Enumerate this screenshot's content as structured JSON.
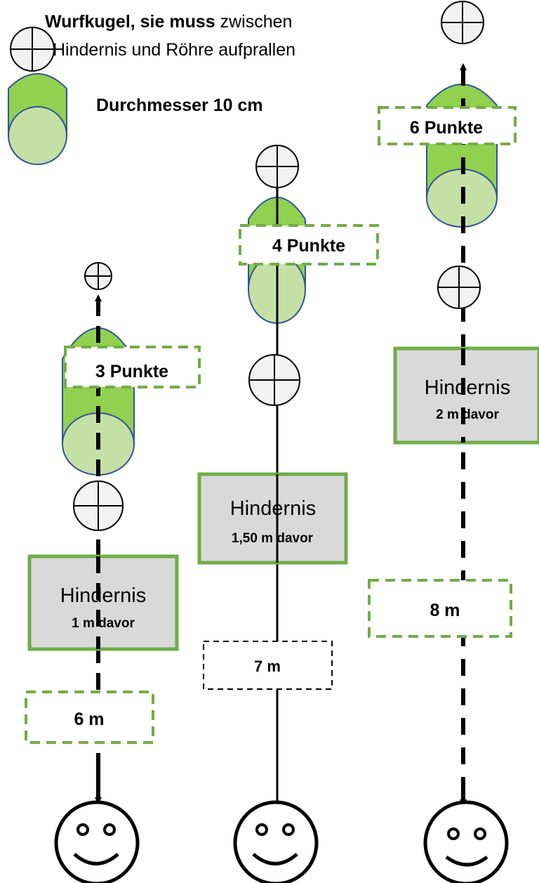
{
  "legend": {
    "ball_text_bold": "Wurfkugel, sie muss",
    "ball_text_normal": "zwischen",
    "ball_text_line2": "Hindernis und Röhre  aufprallen",
    "tube_text": "Durchmesser 10 cm"
  },
  "stations": [
    {
      "points_label": "3 Punkte",
      "obstacle_label": "Hindernis",
      "obstacle_distance": "1 m davor",
      "throw_distance": "6 m"
    },
    {
      "points_label": "4 Punkte",
      "obstacle_label": "Hindernis",
      "obstacle_distance": "1,50 m  davor",
      "throw_distance": "7 m"
    },
    {
      "points_label": "6 Punkte",
      "obstacle_label": "Hindernis",
      "obstacle_distance": "2  m davor",
      "throw_distance": "8 m"
    }
  ],
  "colors": {
    "tube_body": "#92d050",
    "tube_top": "#c5e0a5",
    "tube_outline": "#2f5597",
    "obstacle_fill": "#d9d9d9",
    "obstacle_border": "#70ad47",
    "label_border": "#70ad47"
  }
}
